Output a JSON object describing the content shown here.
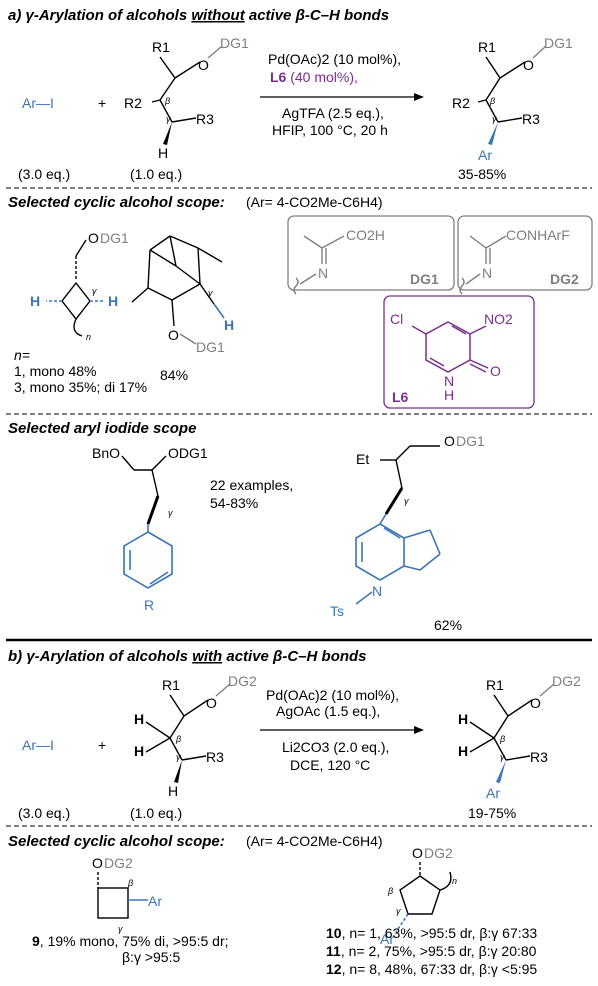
{
  "colors": {
    "blue": "#3b75b8",
    "purple": "#7a2f8f",
    "gray": "#7f7f7f"
  },
  "panel_a": {
    "title": "a) γ-Arylation of alcohols without active β-C–H bonds",
    "title_prefix": "a) γ-Arylation of alcohols ",
    "title_under": "without",
    "title_suffix": " active β-C–H bonds",
    "reagent_left": "Ar—I",
    "plus": "+",
    "cond1": "Pd(OAc)2 (10 mol%),",
    "cond2_L": "L6",
    "cond2_rest": " (40 mol%),",
    "cond3": "AgTFA (2.5 eq.),",
    "cond4": "HFIP, 100 °C, 20 h",
    "eq_left": "(3.0 eq.)",
    "eq_mid": "(1.0 eq.)",
    "yield": "35-85%",
    "labels": {
      "R1": "R1",
      "R2": "R2",
      "R3": "R3",
      "DG1": "DG1",
      "O": "O",
      "H": "H",
      "Ar": "Ar",
      "beta": "β",
      "gamma": "γ"
    }
  },
  "cyclic_a": {
    "heading": "Selected cyclic alcohol scope:",
    "note": "(Ar= 4-CO2Me-C6H4)",
    "n_label": "n=",
    "line1": "1, mono 48%",
    "line2": "3, mono 35%; di 17%",
    "camphor_yield": "84%",
    "n": "n",
    "dg1_box": {
      "co2h": "CO2H",
      "n": "N",
      "label": "DG1"
    },
    "dg2_box": {
      "conh": "CONHArF",
      "n": "N",
      "label": "DG2"
    },
    "l6_box": {
      "cl": "Cl",
      "no2": "NO2",
      "nh": "N",
      "h": "H",
      "o": "O",
      "label": "L6"
    }
  },
  "aryl_a": {
    "heading": "Selected aryl iodide scope",
    "bno": "BnO",
    "odg1": "ODG1",
    "examples": "22 examples,",
    "range": "54-83%",
    "r": "R",
    "et": "Et",
    "ts": "Ts",
    "n": "N",
    "indole_yield": "62%"
  },
  "panel_b": {
    "title": "b) γ-Arylation of alcohols with active β-C–H bonds",
    "title_prefix": "b) γ-Arylation of alcohols ",
    "title_under": "with",
    "title_suffix": " active β-C–H bonds",
    "reagent_left": "Ar—I",
    "plus": "+",
    "cond1": "Pd(OAc)2 (10 mol%),",
    "cond2": "AgOAc (1.5 eq.),",
    "cond3": "Li2CO3 (2.0 eq.),",
    "cond4": "DCE, 120 °C",
    "eq_left": "(3.0 eq.)",
    "eq_mid": "(1.0 eq.)",
    "yield": "19-75%"
  },
  "cyclic_b": {
    "heading": "Selected cyclic alcohol scope:",
    "note": "(Ar= 4-CO2Me-C6H4)",
    "odg2": "ODG2",
    "c9_num": "9",
    "c9_text": ", 19% mono, 75% di, >95:5 dr;",
    "c9_text2": "β:γ >95:5",
    "c10_num": "10",
    "c10_text": ", n= 1, 63%, >95:5 dr, β:γ 67:33",
    "c11_num": "11",
    "c11_text": ", n= 2, 75%, >95:5 dr, β:γ 20:80",
    "c12_num": "12",
    "c12_text": ", n= 8, 48%, 67:33 dr, β:γ <5:95"
  }
}
